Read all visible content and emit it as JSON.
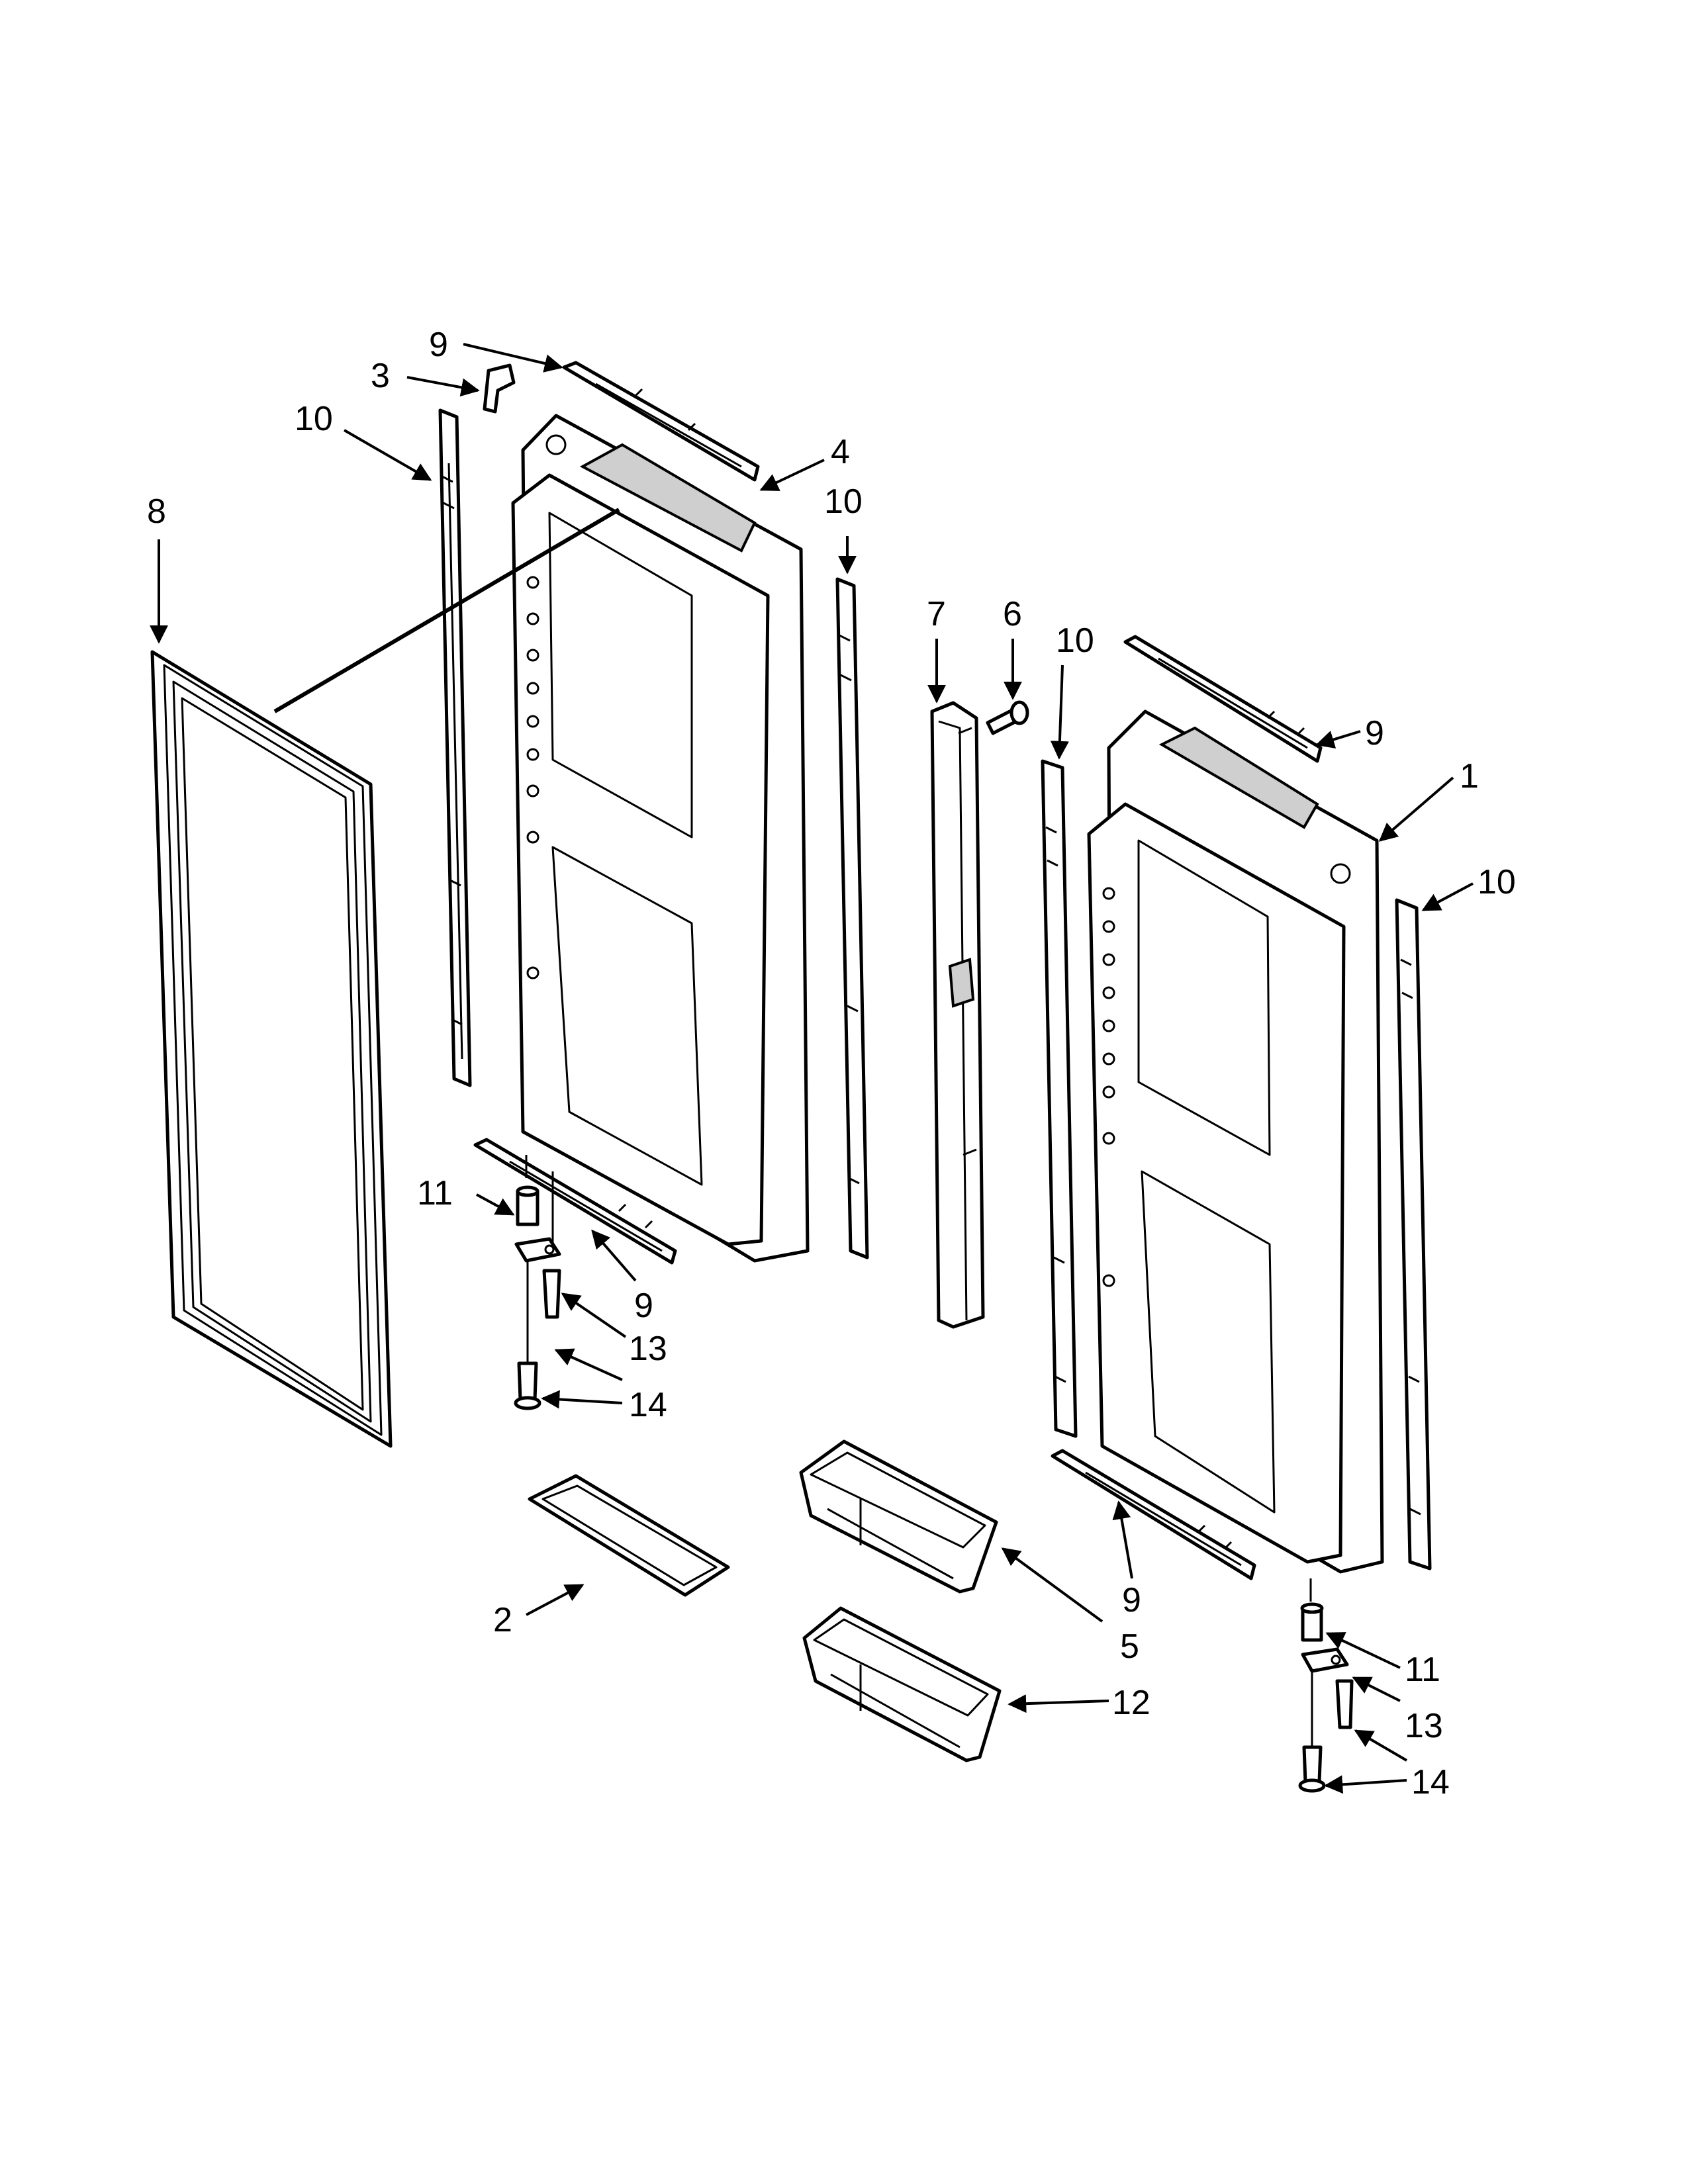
{
  "diagram": {
    "callouts": {
      "c1": "1",
      "c2": "2",
      "c3": "3",
      "c4": "4",
      "c5": "5",
      "c6": "6",
      "c7": "7",
      "c8": "8",
      "c9a": "9",
      "c9b": "9",
      "c9c": "9",
      "c9d": "9",
      "c10a": "10",
      "c10b": "10",
      "c10c": "10",
      "c10d": "10",
      "c11a": "11",
      "c11b": "11",
      "c12": "12",
      "c13a": "13",
      "c13b": "13",
      "c14a": "14",
      "c14b": "14"
    },
    "colors": {
      "line": "#000000",
      "background": "#ffffff",
      "shade": "#cfcfcf"
    }
  }
}
